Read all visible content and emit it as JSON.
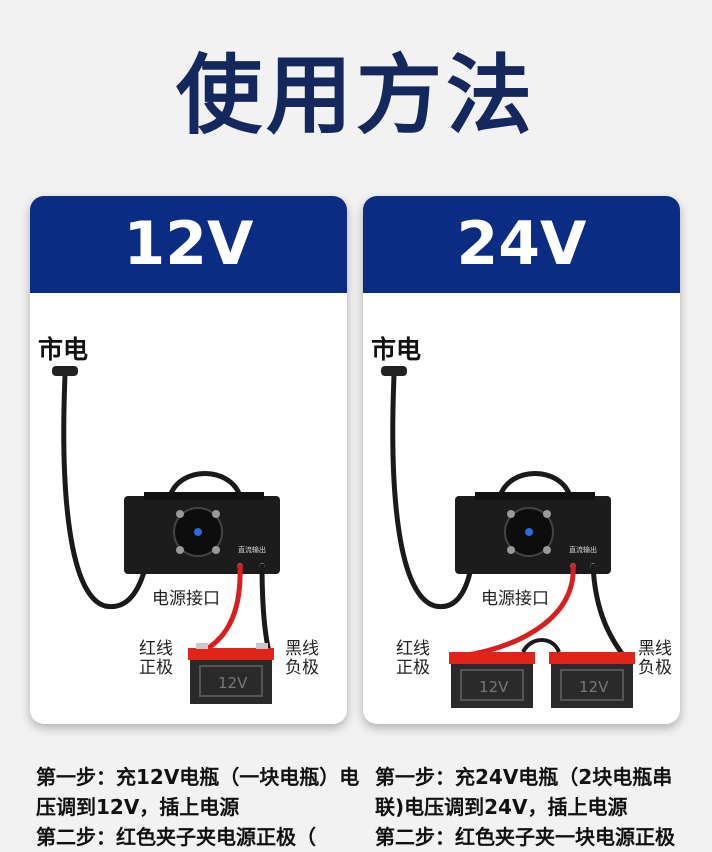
{
  "title": "使用方法",
  "panels": [
    {
      "header": "12V",
      "mains_label": "市电",
      "port_label": "电源接口",
      "red_wire_label": "红线正极",
      "black_wire_label": "黑线负极",
      "device_output_label": "直流输出",
      "battery_marking": "12V"
    },
    {
      "header": "24V",
      "mains_label": "市电",
      "port_label": "电源接口",
      "red_wire_label": "红线正极",
      "black_wire_label": "黑线负极",
      "device_output_label": "直流输出",
      "battery_marking": "12V"
    }
  ],
  "steps": {
    "left": [
      "第一步：充12V电瓶（一块电瓶）电压调到12V，插上电源",
      "第二步：红色夹子夹电源正极（"
    ],
    "right": [
      "第一步：充24V电瓶（2块电瓶串联)电压调到24V，插上电源",
      "第二步：红色夹子夹一块电源正极"
    ]
  },
  "colors": {
    "title": "#14285e",
    "header_bg": "#0a2c83",
    "red_wire": "#d81e1e",
    "battery_red": "#e0241a"
  }
}
